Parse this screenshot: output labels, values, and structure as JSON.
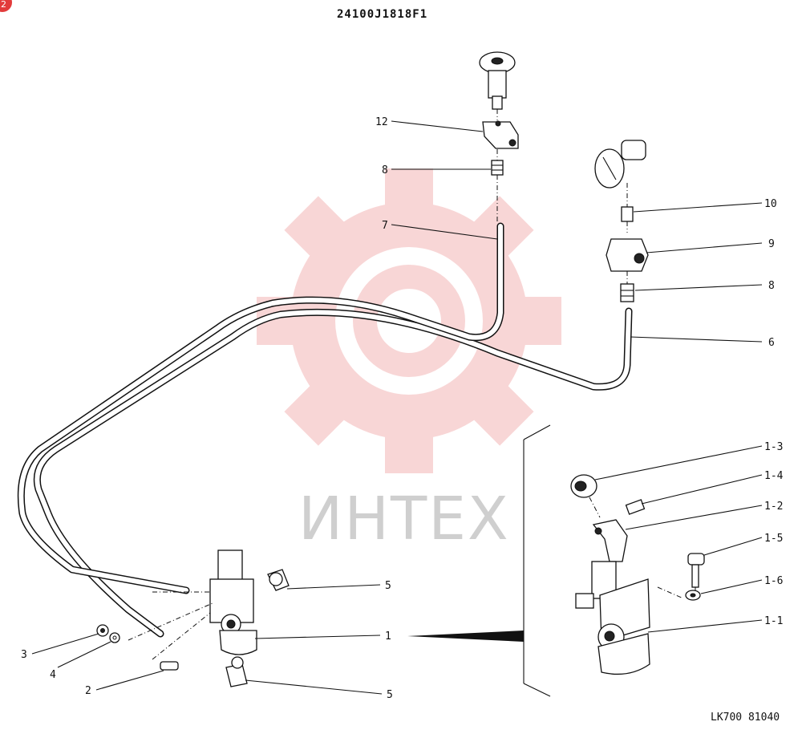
{
  "title": "24100J1818F1",
  "drawing_code": "LK700 81040",
  "corner_badge": "2",
  "watermark": {
    "text": "ИНТЕХ",
    "color": "#f4b6b6"
  },
  "part_labels": {
    "p1": "1",
    "p2": "2",
    "p3": "3",
    "p4": "4",
    "p5a": "5",
    "p5b": "5",
    "p6": "6",
    "p7": "7",
    "p8a": "8",
    "p8b": "8",
    "p9": "9",
    "p10": "10",
    "p12": "12",
    "p1_1": "1-1",
    "p1_2": "1-2",
    "p1_3": "1-3",
    "p1_4": "1-4",
    "p1_5": "1-5",
    "p1_6": "1-6"
  },
  "colors": {
    "badge": "#e23b3b",
    "line": "#111111"
  }
}
